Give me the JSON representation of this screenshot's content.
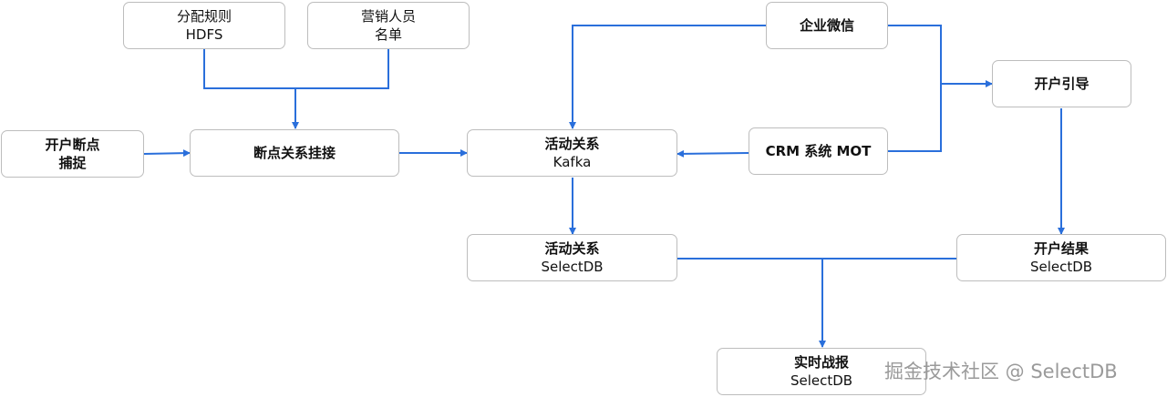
{
  "colors": {
    "edge": "#2a6fdb",
    "node_border": "#bdbdbd",
    "text": "#111111",
    "watermark": "#9a9a9a"
  },
  "nodes": {
    "fenpei": {
      "line1": "分配规则",
      "line2": "HDFS"
    },
    "yingxiao": {
      "line1": "营销人员",
      "line2": "名单"
    },
    "qiyeweixin": {
      "line1": "企业微信"
    },
    "kaihuyindao": {
      "line1": "开户引导"
    },
    "kaihuduandian": {
      "line1": "开户断点",
      "line2": "捕捉"
    },
    "duandianguanxi": {
      "line1": "断点关系挂接"
    },
    "huodong_kafka": {
      "line1": "活动关系",
      "line2": "Kafka"
    },
    "crm": {
      "line1": "CRM 系统 MOT"
    },
    "huodong_selectdb": {
      "line1": "活动关系",
      "line2": "SelectDB"
    },
    "kaihujieguo": {
      "line1": "开户结果",
      "line2": "SelectDB"
    },
    "shishizhanbao": {
      "line1": "实时战报",
      "line2": "SelectDB"
    }
  },
  "watermark": "掘金技术社区 @ SelectDB"
}
